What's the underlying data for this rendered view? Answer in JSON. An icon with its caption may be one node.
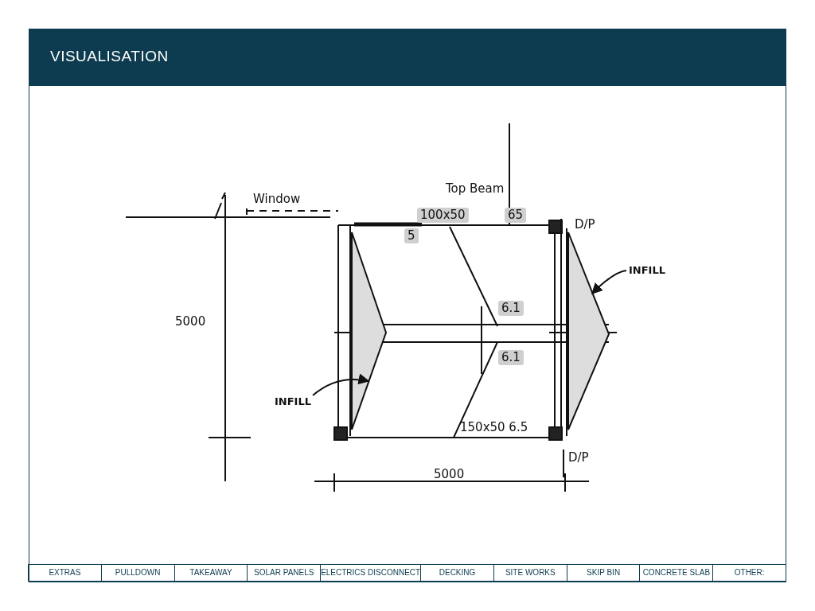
{
  "diagram": {
    "title": "VISUALISATION",
    "nodes": [
      {
        "text": [
          "INFILL"
        ]
      },
      {
        "text": [],
        "shape": "triangle"
      },
      {
        "text": [
          "INFILL"
        ]
      },
      {
        "text": [],
        "shape": "triangle"
      }
    ],
    "edges": [
      {
        "from": 0,
        "to": 3,
        "arrow": "to"
      },
      {
        "from": 2,
        "to": 1,
        "arrow": "to"
      }
    ],
    "labels": [
      "Window",
      "Top Beam",
      "100x50",
      "65",
      "5",
      "D/P",
      "5000",
      "6.1",
      "6.1",
      "150x50 6.5",
      "D/P",
      "5000",
      "EXTRAS",
      "PULLDOWN",
      "TAKEAWAY",
      "SOLAR PANELS",
      "ELECTRICS DISCONNECT",
      "DECKING",
      "SITE WORKS",
      "SKIP BIN",
      "CONCRETE SLAB",
      "OTHER:"
    ]
  }
}
